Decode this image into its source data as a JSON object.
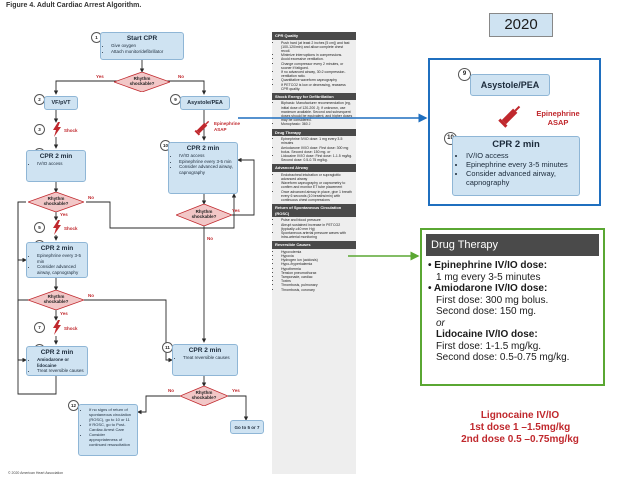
{
  "figure_title": "Figure 4. Adult Cardiac Arrest Algorithm.",
  "year_label": "2020",
  "copyright": "© 2020 American Heart Association",
  "colors": {
    "box_fill": "#cfe3f2",
    "accent_blue": "#1f6fbf",
    "accent_green": "#5aa732",
    "red": "#c0282d",
    "dark_header": "#4a4a4a"
  },
  "flow": {
    "start": {
      "num": "1",
      "title": "Start CPR",
      "items": [
        "Give oxygen",
        "Attach monitor/defibrillator"
      ]
    },
    "rhythm1": {
      "q": "Rhythm shockable?",
      "yes": "Yes",
      "no": "No"
    },
    "vf": {
      "num": "2",
      "title": "VF/pVT"
    },
    "asystole": {
      "num": "9",
      "title": "Asystole/PEA"
    },
    "shock3": {
      "num": "3",
      "label": "Shock"
    },
    "epi_asap": "Epinephrine ASAP",
    "cpr4": {
      "num": "4",
      "title": "CPR 2 min",
      "items": [
        "IV/IO access"
      ]
    },
    "cpr10": {
      "num": "10",
      "title": "CPR 2 min",
      "items": [
        "IV/IO access",
        "Epinephrine every 3-5 min",
        "Consider advanced airway, capnography"
      ]
    },
    "rhythm_a": {
      "q": "Rhythm shockable?",
      "yes": "Yes",
      "no": "No"
    },
    "rhythm_b": {
      "q": "Rhythm shockable?",
      "yes": "Yes",
      "no": "No"
    },
    "shock5": {
      "num": "5",
      "label": "Shock"
    },
    "cpr6": {
      "num": "6",
      "title": "CPR 2 min",
      "items": [
        "Epinephrine every 3-5 min",
        "Consider advanced airway, capnography"
      ]
    },
    "rhythm_c": {
      "q": "Rhythm shockable?",
      "yes": "Yes",
      "no": "No"
    },
    "shock7": {
      "num": "7",
      "label": "Shock"
    },
    "cpr8": {
      "num": "8",
      "title": "CPR 2 min",
      "items": [
        "Amiodarone or lidocaine",
        "Treat reversible causes"
      ]
    },
    "cpr11": {
      "num": "11",
      "title": "CPR 2 min",
      "items": [
        "Treat reversible causes"
      ]
    },
    "rhythm_d": {
      "q": "Rhythm shockable?",
      "yes": "Yes",
      "no": "No"
    },
    "num12": "12",
    "rosc": {
      "items": [
        "If no signs of return of spontaneous circulation (ROSC), go to 10 or 11",
        "If ROSC, go to Post-Cardiac Arrest Care",
        "Consider appropriateness of continued resuscitation"
      ]
    },
    "goto": "Go to 5 or 7"
  },
  "sidebar": [
    {
      "head": "CPR Quality",
      "items": [
        "Push hard (at least 2 inches [5 cm]) and fast (100-120/min) and allow complete chest recoil.",
        "Minimize interruptions in compressions.",
        "Avoid excessive ventilation.",
        "Change compressor every 2 minutes, or sooner if fatigued.",
        "If no advanced airway, 30:2 compression-ventilation ratio.",
        "Quantitative waveform capnography",
        "If PETCO2 is low or decreasing, reassess CPR quality."
      ]
    },
    {
      "head": "Shock Energy for Defibrillation",
      "items": [
        "Biphasic: Manufacturer recommendation (eg, initial dose of 120-200 J); if unknown, use maximum available. Second and subsequent doses should be equivalent, and higher doses may be considered.",
        "Monophasic: 360 J"
      ]
    },
    {
      "head": "Drug Therapy",
      "items": [
        "Epinephrine IV/IO dose: 1 mg every 3-5 minutes",
        "Amiodarone IV/IO dose: First dose: 300 mg bolus. Second dose: 150 mg. or",
        "Lidocaine IV/IO dose: First dose: 1-1.5 mg/kg. Second dose: 0.5-0.75 mg/kg."
      ]
    },
    {
      "head": "Advanced Airway",
      "items": [
        "Endotracheal intubation or supraglottic advanced airway",
        "Waveform capnography or capnometry to confirm and monitor ET tube placement",
        "Once advanced airway in place, give 1 breath every 6 seconds (10 breaths/min) with continuous chest compressions"
      ]
    },
    {
      "head": "Return of Spontaneous Circulation (ROSC)",
      "items": [
        "Pulse and blood pressure",
        "Abrupt sustained increase in PETCO2 (typically ≥40 mm Hg)",
        "Spontaneous arterial pressure waves with intra-arterial monitoring"
      ]
    },
    {
      "head": "Reversible Causes",
      "items": [
        "Hypovolemia",
        "Hypoxia",
        "Hydrogen ion (acidosis)",
        "Hypo-/hyperkalemia",
        "Hypothermia",
        "Tension pneumothorax",
        "Tamponade, cardiac",
        "Toxins",
        "Thrombosis, pulmonary",
        "Thrombosis, coronary"
      ]
    }
  ],
  "zoom_asystole": {
    "num9": "9",
    "title": "Asystole/PEA",
    "epi": "Epinephrine ASAP",
    "num10": "10",
    "cpr_title": "CPR 2 min",
    "items": [
      "IV/IO access",
      "Epinephrine every 3-5 minutes",
      "Consider advanced airway, capnography"
    ]
  },
  "zoom_drug": {
    "head": "Drug Therapy",
    "epi_label": "Epinephrine IV/IO dose:",
    "epi_dose": "1 mg every 3-5 minutes",
    "amio_label": "Amiodarone IV/IO dose:",
    "amio_first": "First dose: 300 mg bolus.",
    "amio_second": "Second dose: 150 mg.",
    "or": "or",
    "lido_label": "Lidocaine IV/IO dose:",
    "lido_first": "First dose: 1-1.5 mg/kg.",
    "lido_second": "Second dose: 0.5-0.75 mg/kg."
  },
  "lignocaine": {
    "title": "Lignocaine IV/IO",
    "line1": "1st dose 1 –1.5mg/kg",
    "line2": "2nd dose 0.5 –0.75mg/kg"
  }
}
